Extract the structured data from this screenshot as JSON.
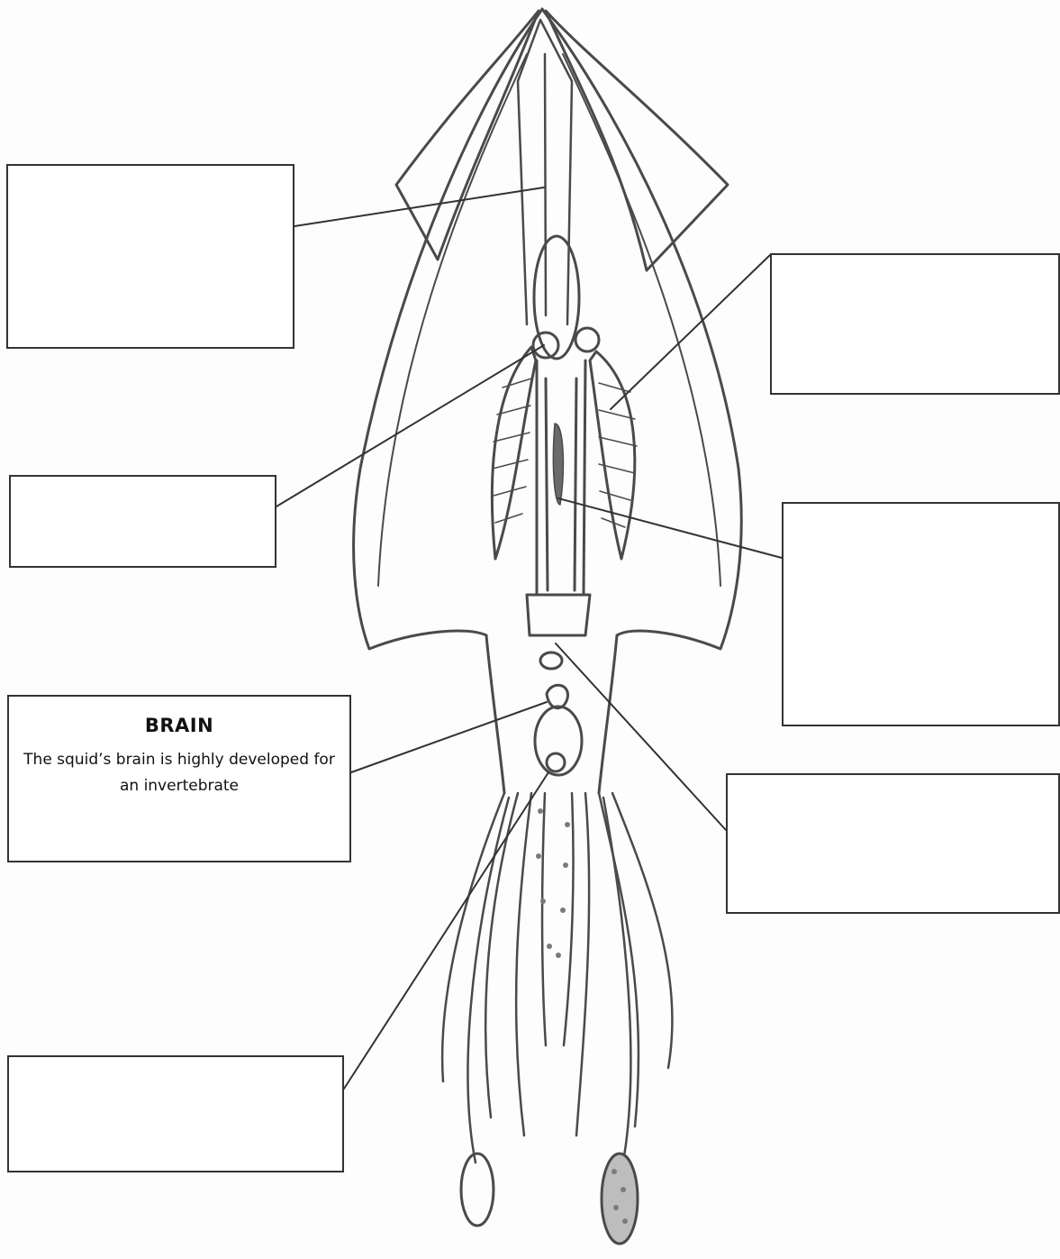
{
  "diagram": {
    "subject": "squid-internal-anatomy",
    "line_color": "#4a4a4a"
  },
  "labels": [
    {
      "id": "label-box-1",
      "title": "",
      "text": ""
    },
    {
      "id": "label-box-2",
      "title": "",
      "text": ""
    },
    {
      "id": "label-box-3",
      "title": "",
      "text": ""
    },
    {
      "id": "label-box-4",
      "title": "",
      "text": ""
    },
    {
      "id": "label-box-brain",
      "title": "BRAIN",
      "text": "The squid’s brain is highly developed for an invertebrate"
    },
    {
      "id": "label-box-6",
      "title": "",
      "text": ""
    },
    {
      "id": "label-box-7",
      "title": "",
      "text": ""
    }
  ]
}
